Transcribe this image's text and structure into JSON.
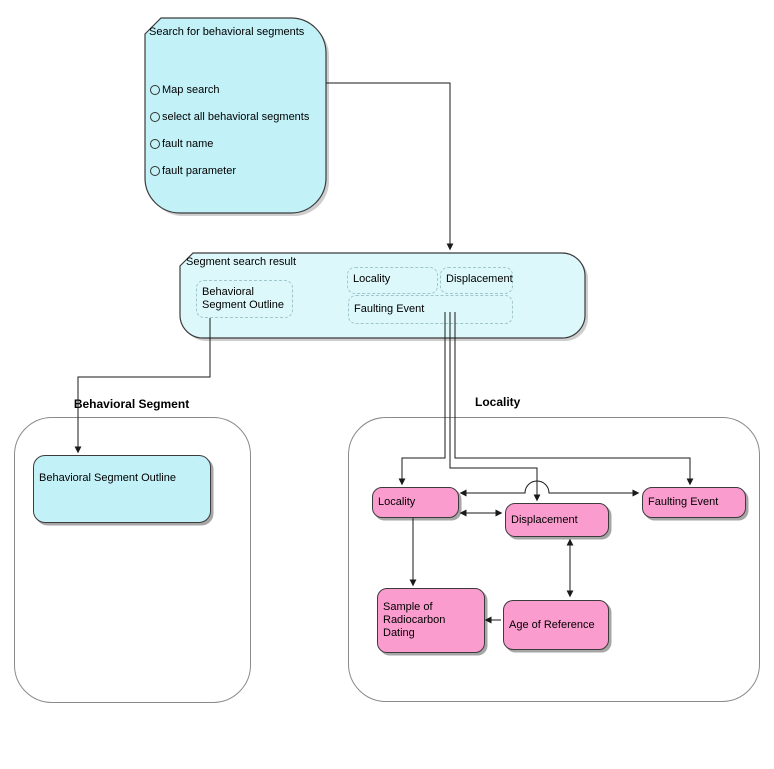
{
  "colors": {
    "panel_cyan": "#c2f2f8",
    "panel_cyan_light": "#ddf8fb",
    "node_pink": "#fb9cce",
    "container_border": "#8a8a8a",
    "box_border": "#3c3c3c",
    "connector_line": "#1a1a1a"
  },
  "search_panel": {
    "title": "Search for behavioral segments",
    "options": [
      "Map search",
      "select all behavioral segments",
      "fault name",
      "fault parameter"
    ]
  },
  "result_panel": {
    "title": "Segment search result",
    "items": {
      "outline": "Behavioral Segment Outline",
      "locality": "Locality",
      "displacement": "Displacement",
      "faulting_event": "Faulting Event"
    }
  },
  "behavioral_segment_group": {
    "title": "Behavioral Segment",
    "outline_node": "Behavioral Segment Outline"
  },
  "locality_group": {
    "title": "Locality",
    "nodes": {
      "locality": "Locality",
      "displacement": "Displacement",
      "faulting_event": "Faulting Event",
      "sample": "Sample of Radiocarbon Dating",
      "age": "Age of Reference"
    }
  },
  "connectors": [
    {
      "from": "search-panel",
      "to": "result-panel",
      "arrow": "single"
    },
    {
      "from": "result-outline-item",
      "to": "behavioral-segment-outline-node",
      "arrow": "single"
    },
    {
      "from": "result-faulting-event-item",
      "to": "locality-node",
      "arrow": "single"
    },
    {
      "from": "result-faulting-event-item",
      "to": "displacement-node",
      "arrow": "single"
    },
    {
      "from": "result-faulting-event-item",
      "to": "faulting-event-node",
      "arrow": "single"
    },
    {
      "from": "locality-node",
      "to": "faulting-event-node",
      "arrow": "double",
      "hop": true
    },
    {
      "from": "locality-node",
      "to": "displacement-node",
      "arrow": "double"
    },
    {
      "from": "locality-node",
      "to": "sample-node",
      "arrow": "single"
    },
    {
      "from": "displacement-node",
      "to": "age-node",
      "arrow": "double"
    },
    {
      "from": "age-node",
      "to": "sample-node",
      "arrow": "single"
    }
  ]
}
